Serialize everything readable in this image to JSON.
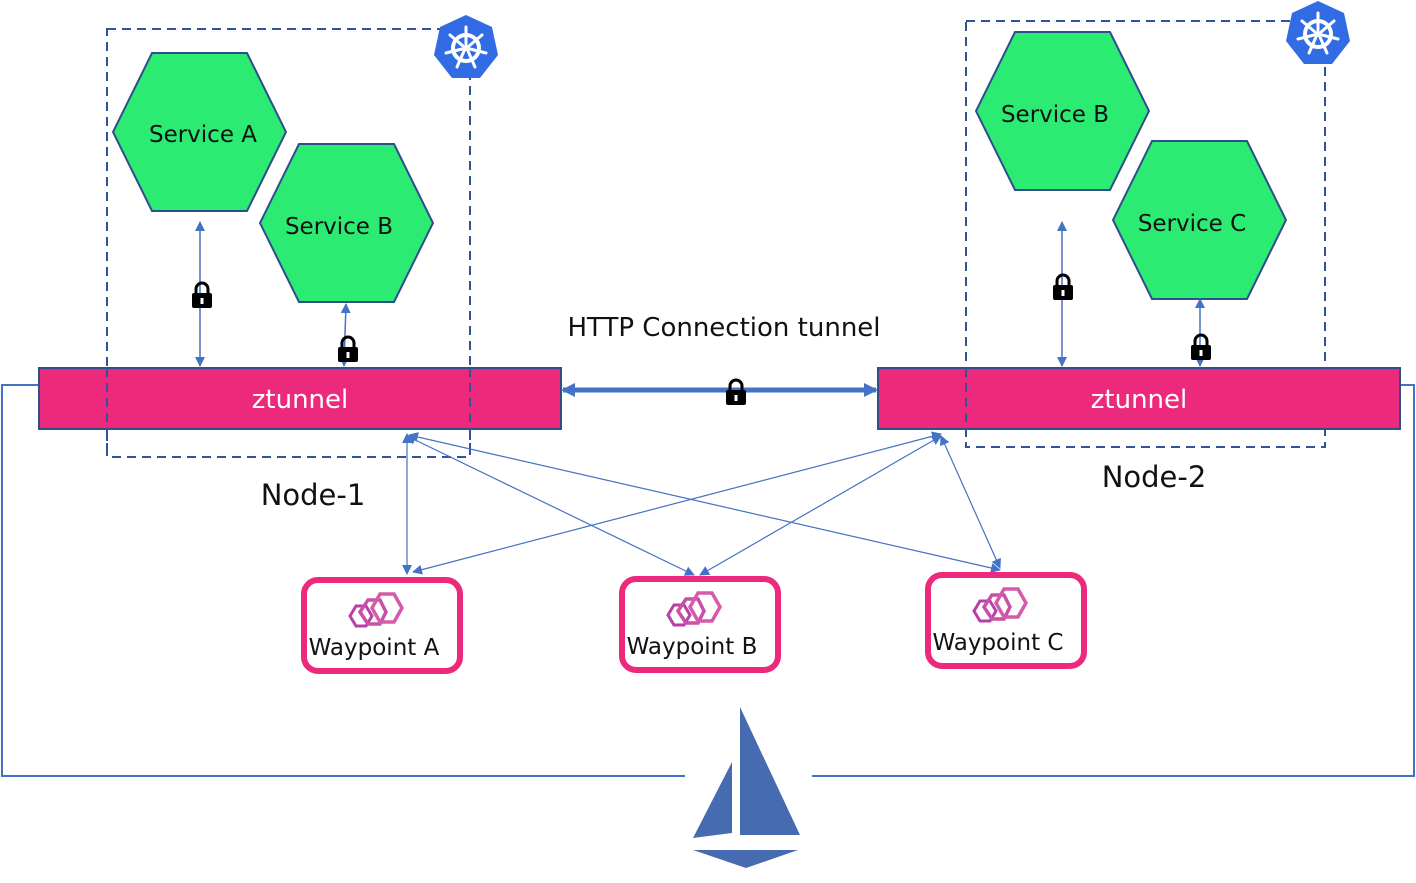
{
  "diagram": {
    "tunnel_label": "HTTP Connection  tunnel",
    "colors": {
      "service_fill": "#2BEB72",
      "service_stroke": "#2F4E8C",
      "ztunnel_fill": "#EC297B",
      "ztunnel_stroke": "#2F4E8C",
      "arrow": "#4472C4",
      "dashed_border": "#2F5597",
      "waypoint_border": "#EC297B",
      "k8s_blue": "#326CE5",
      "istio_blue": "#466BB0",
      "lock": "#000000"
    },
    "nodes": [
      {
        "label": "Node-1",
        "ztunnel_label": "ztunnel",
        "services": [
          {
            "label": "Service A"
          },
          {
            "label": "Service B"
          }
        ]
      },
      {
        "label": "Node-2",
        "ztunnel_label": "ztunnel",
        "services": [
          {
            "label": "Service B"
          },
          {
            "label": "Service C"
          }
        ]
      }
    ],
    "waypoints": [
      {
        "label": "Waypoint A"
      },
      {
        "label": "Waypoint B"
      },
      {
        "label": "Waypoint C"
      }
    ],
    "icons": {
      "kubernetes": "kubernetes-icon",
      "istio": "istio-sail-icon",
      "envoy": "envoy-hexagon-icon",
      "lock": "lock-icon"
    }
  }
}
